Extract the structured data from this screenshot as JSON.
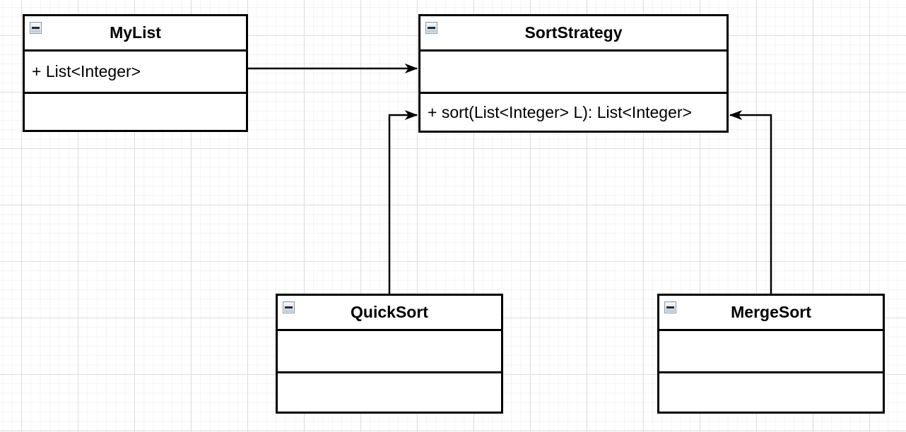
{
  "canvas": {
    "background": "#ffffff",
    "grid_fine_color": "#f4f4f4",
    "grid_major_color": "#dddddd"
  },
  "colors": {
    "shape_stroke": "#000000",
    "shape_fill": "#ffffff",
    "edge_stroke": "#000000",
    "text": "#000000"
  },
  "icons": {
    "collapse": "minus-in-square"
  },
  "classes": [
    {
      "name": "MyList",
      "attributes": [
        "+ List<Integer>"
      ],
      "methods": []
    },
    {
      "name": "SortStrategy",
      "attributes": [],
      "methods": [
        "+ sort(List<Integer> L): List<Integer>"
      ]
    },
    {
      "name": "QuickSort",
      "attributes": [],
      "methods": []
    },
    {
      "name": "MergeSort",
      "attributes": [],
      "methods": []
    }
  ],
  "edges": [
    {
      "from": "MyList",
      "to": "SortStrategy",
      "style": "solid",
      "arrowhead": "filled-triangle"
    },
    {
      "from": "QuickSort",
      "to": "SortStrategy",
      "style": "solid",
      "arrowhead": "filled-triangle"
    },
    {
      "from": "MergeSort",
      "to": "SortStrategy",
      "style": "solid",
      "arrowhead": "filled-triangle"
    }
  ]
}
